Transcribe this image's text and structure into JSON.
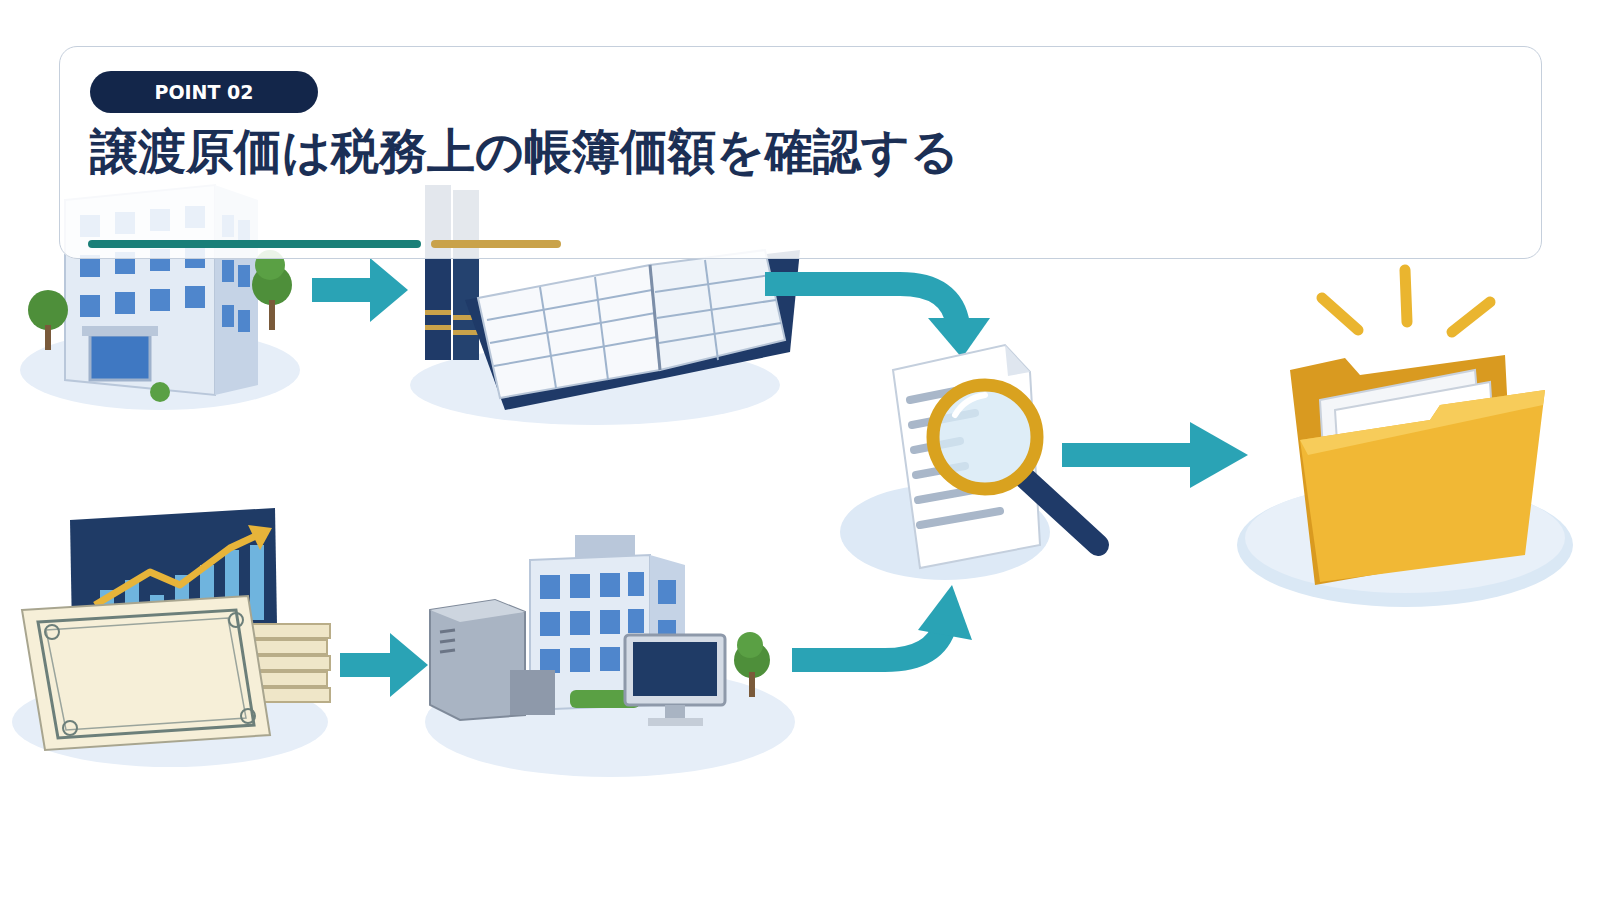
{
  "diagram": {
    "nodes": [
      {
        "text": [
          "譲渡原価は税務上の帳簿価額を確認する"
        ]
      },
      {
        "text": [
          "POINT 02"
        ],
        "in": 0
      }
    ]
  }
}
